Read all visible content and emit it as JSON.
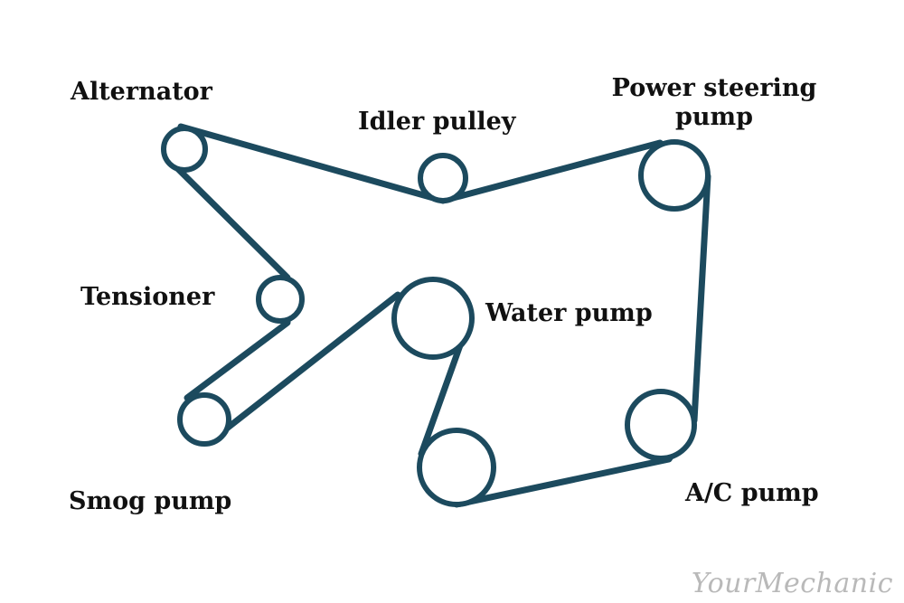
{
  "colors": {
    "belt": "#1c4a5e",
    "label_text": "#111111",
    "watermark": "#b9b9b9",
    "background": "#ffffff"
  },
  "components": {
    "alternator": "Alternator",
    "idler_pulley": "Idler pulley",
    "power_steering_pump": "Power steering pump",
    "tensioner": "Tensioner",
    "water_pump": "Water pump",
    "smog_pump": "Smog pump",
    "ac_pump": "A/C pump"
  },
  "watermark": "YourMechanic"
}
